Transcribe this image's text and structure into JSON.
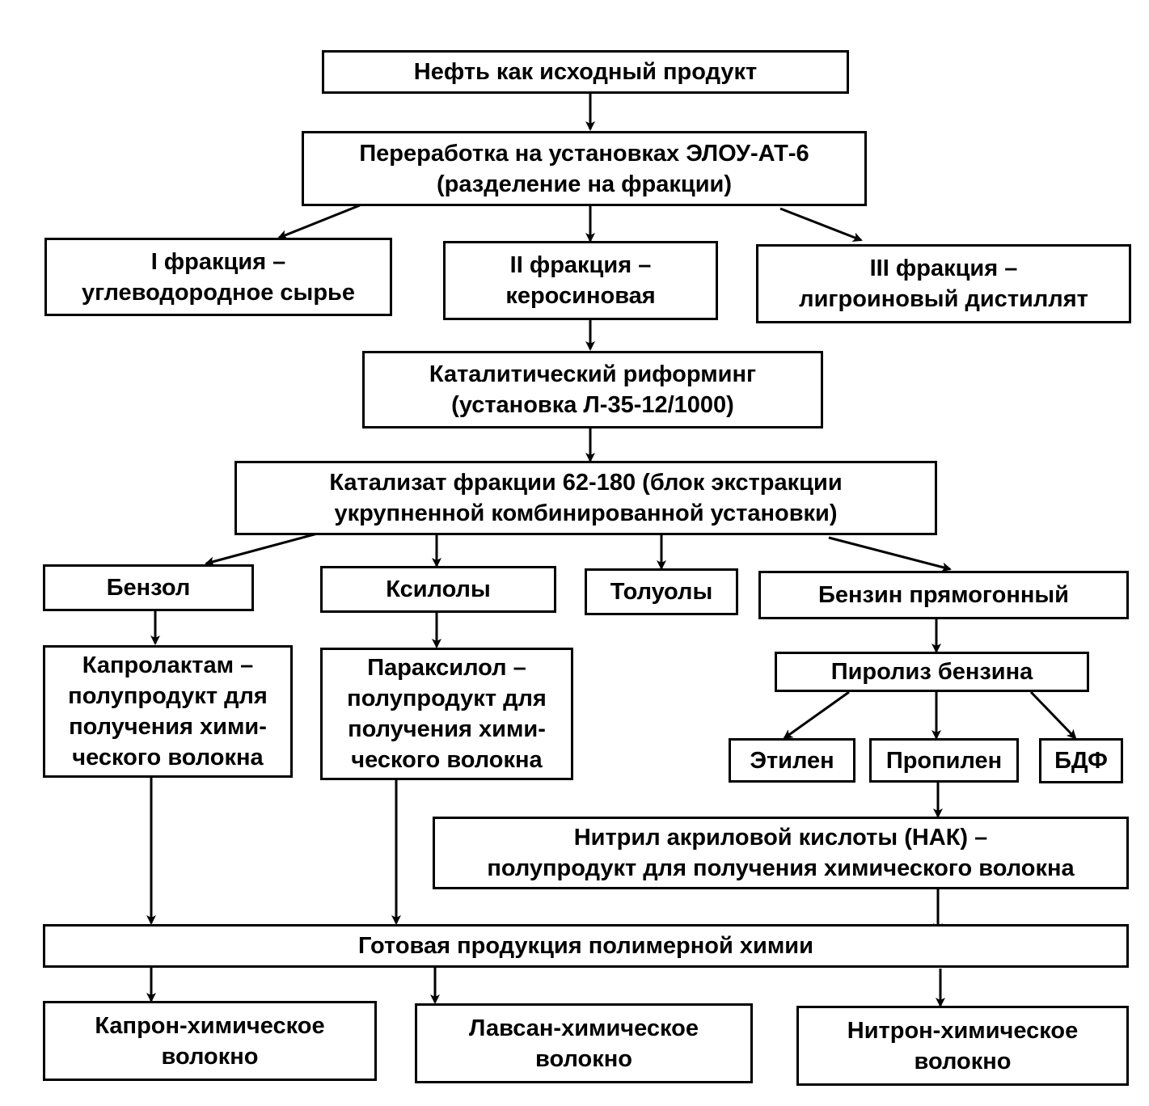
{
  "nodes": {
    "oil": "Нефть как исходный продукт",
    "processing": "Переработка на установках ЭЛОУ-АТ-6\n(разделение на фракции)",
    "fraction1": "I фракция –\nуглеводородное сырье",
    "fraction2": "II фракция –\nкеросиновая",
    "fraction3": "III фракция –\nлигроиновый дистиллят",
    "reforming": "Каталитический риформинг\n(установка Л-35-12/1000)",
    "catalyzate": "Катализат фракции 62-180 (блок экстракции\nукрупненной комбинированной установки)",
    "benzene": "Бензол",
    "xylenes": "Ксилолы",
    "toluenes": "Толуолы",
    "gasoline": "Бензин прямогонный",
    "caprolactam": "Капролактам –\nполупродукт для\nполучения хими-\nческого волокна",
    "paraxylene": "Параксилол –\nполупродукт для\nполучения хими-\nческого волокна",
    "pyrolysis": "Пиролиз бензина",
    "ethylene": "Этилен",
    "propylene": "Пропилен",
    "bdf": "БДФ",
    "nak": "Нитрил акриловой кислоты (НАК) –\nполупродукт для получения химического волокна",
    "finished": "Готовая продукция полимерной химии",
    "kapron": "Капрон-химическое\nволокно",
    "lavsan": "Лавсан-химическое\nволокно",
    "nitron": "Нитрон-химическое\nволокно"
  }
}
